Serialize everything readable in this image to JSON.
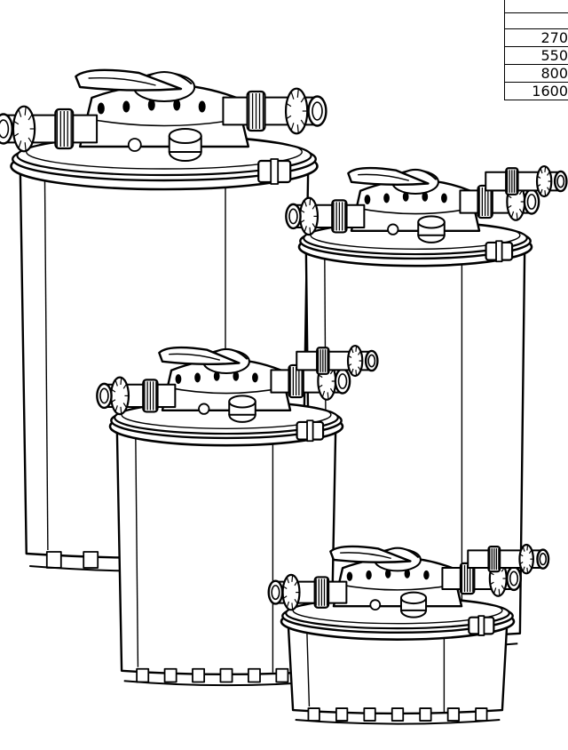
{
  "spec_table": {
    "rows": [
      "",
      "",
      "270",
      "550",
      "800",
      "1600"
    ]
  },
  "illustration": {
    "subject": "pressure pond filters",
    "units": 4,
    "line_color": "#000000",
    "fill_color": "#ffffff"
  }
}
